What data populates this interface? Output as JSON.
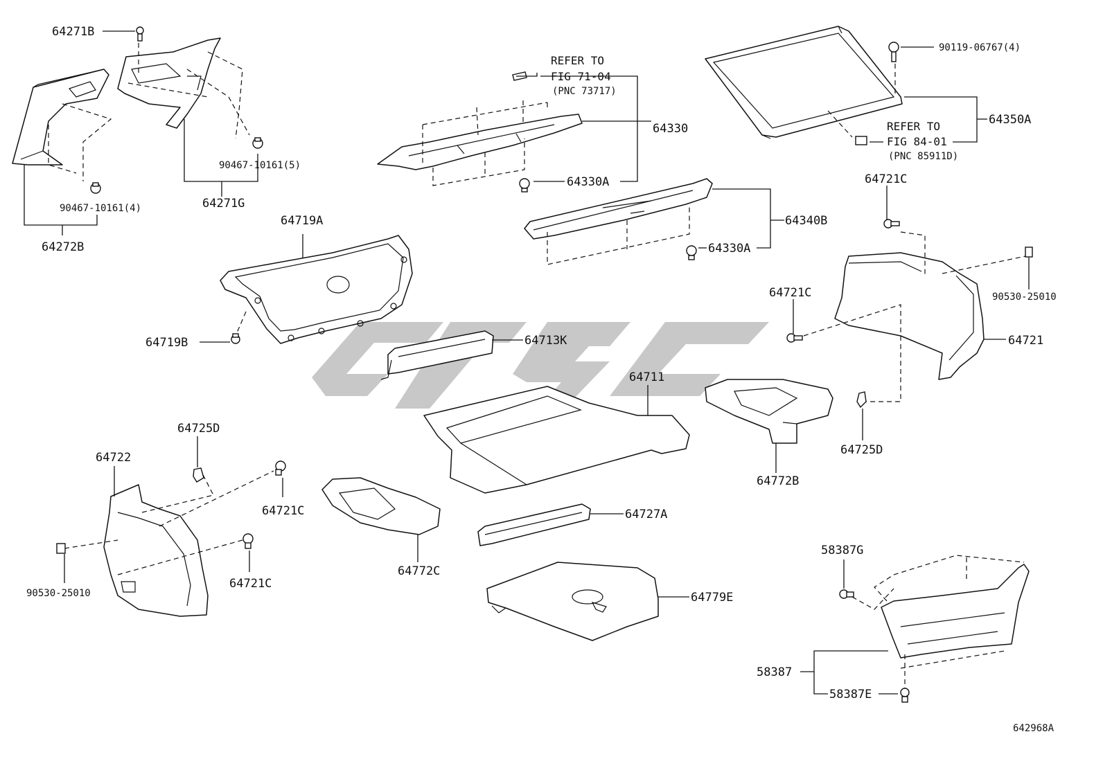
{
  "diagram_id": "642968A",
  "labels": {
    "l64271B": "64271B",
    "l90467_5": "90467-10161(5)",
    "l64271G": "64271G",
    "l90467_4": "90467-10161(4)",
    "l64272B": "64272B",
    "l64719A": "64719A",
    "l64719B": "64719B",
    "l64713K": "64713K",
    "l64330": "64330",
    "l64330A_1": "64330A",
    "l64330A_2": "64330A",
    "l64340B": "64340B",
    "l90119": "90119-06767(4)",
    "l64350A": "64350A",
    "l64721C_1": "64721C",
    "l64721C_2": "64721C",
    "l64721C_3": "64721C",
    "l64721C_4": "64721C",
    "l90530_1": "90530-25010",
    "l90530_2": "90530-25010",
    "l64721": "64721",
    "l64725D_1": "64725D",
    "l64725D_2": "64725D",
    "l64711": "64711",
    "l64772B": "64772B",
    "l64722": "64722",
    "l64772C": "64772C",
    "l64727A": "64727A",
    "l64779E": "64779E",
    "l58387G": "58387G",
    "l58387": "58387",
    "l58387E": "58387E"
  },
  "refs": {
    "fig71_line1": "REFER TO",
    "fig71_line2": "FIG 71-04",
    "fig71_line3": "(PNC 73717)",
    "fig84_line1": "REFER TO",
    "fig84_line2": "FIG 84-01",
    "fig84_line3": "(PNC 85911D)"
  },
  "colors": {
    "line": "#111111",
    "watermark": "#9a9a9a",
    "background": "#ffffff"
  }
}
